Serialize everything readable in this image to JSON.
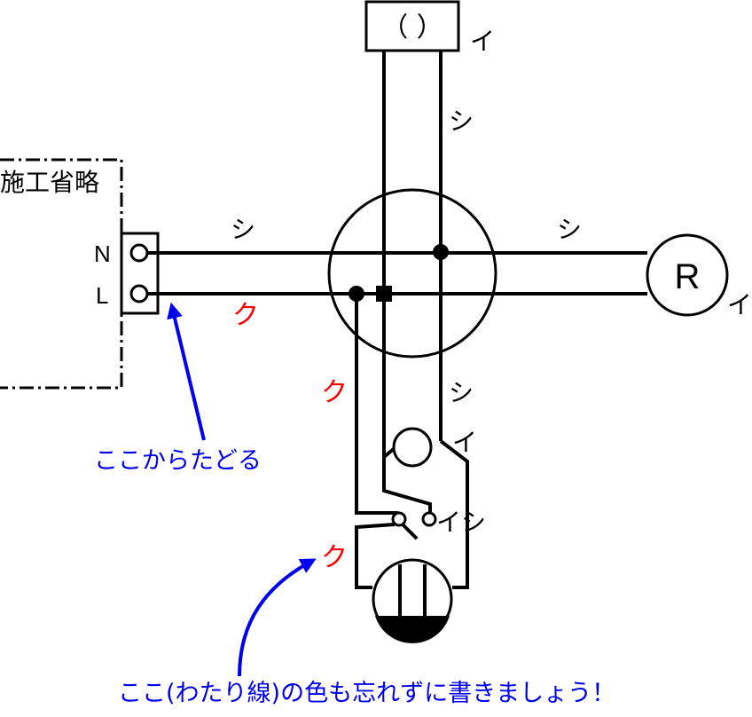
{
  "power_source": {
    "label": "施工省略",
    "terminal_n": "N",
    "terminal_l": "L"
  },
  "fixture_box": {
    "label": "（ ）"
  },
  "fixture_R": {
    "label": "R"
  },
  "wire_labels": {
    "top_fixture_mark": "イ",
    "top_wire_mark": "シ",
    "left_upper_wire": "シ",
    "left_lower_wire": "ク",
    "right_wire": "シ",
    "R_mark": "イ",
    "left_down_wire": "ク",
    "center_down_wire": "シ",
    "pilot_lamp_mark": "イ",
    "switch_mark": "イシ",
    "outlet_crossover": "ク"
  },
  "annotations": {
    "trace_from_here": "ここからたどる",
    "crossover_note": "ここ(わたり線)の色も忘れずに書きましょう！"
  },
  "colors": {
    "wire": "#000000",
    "highlight": "#ff0000",
    "note": "#0000ee"
  }
}
